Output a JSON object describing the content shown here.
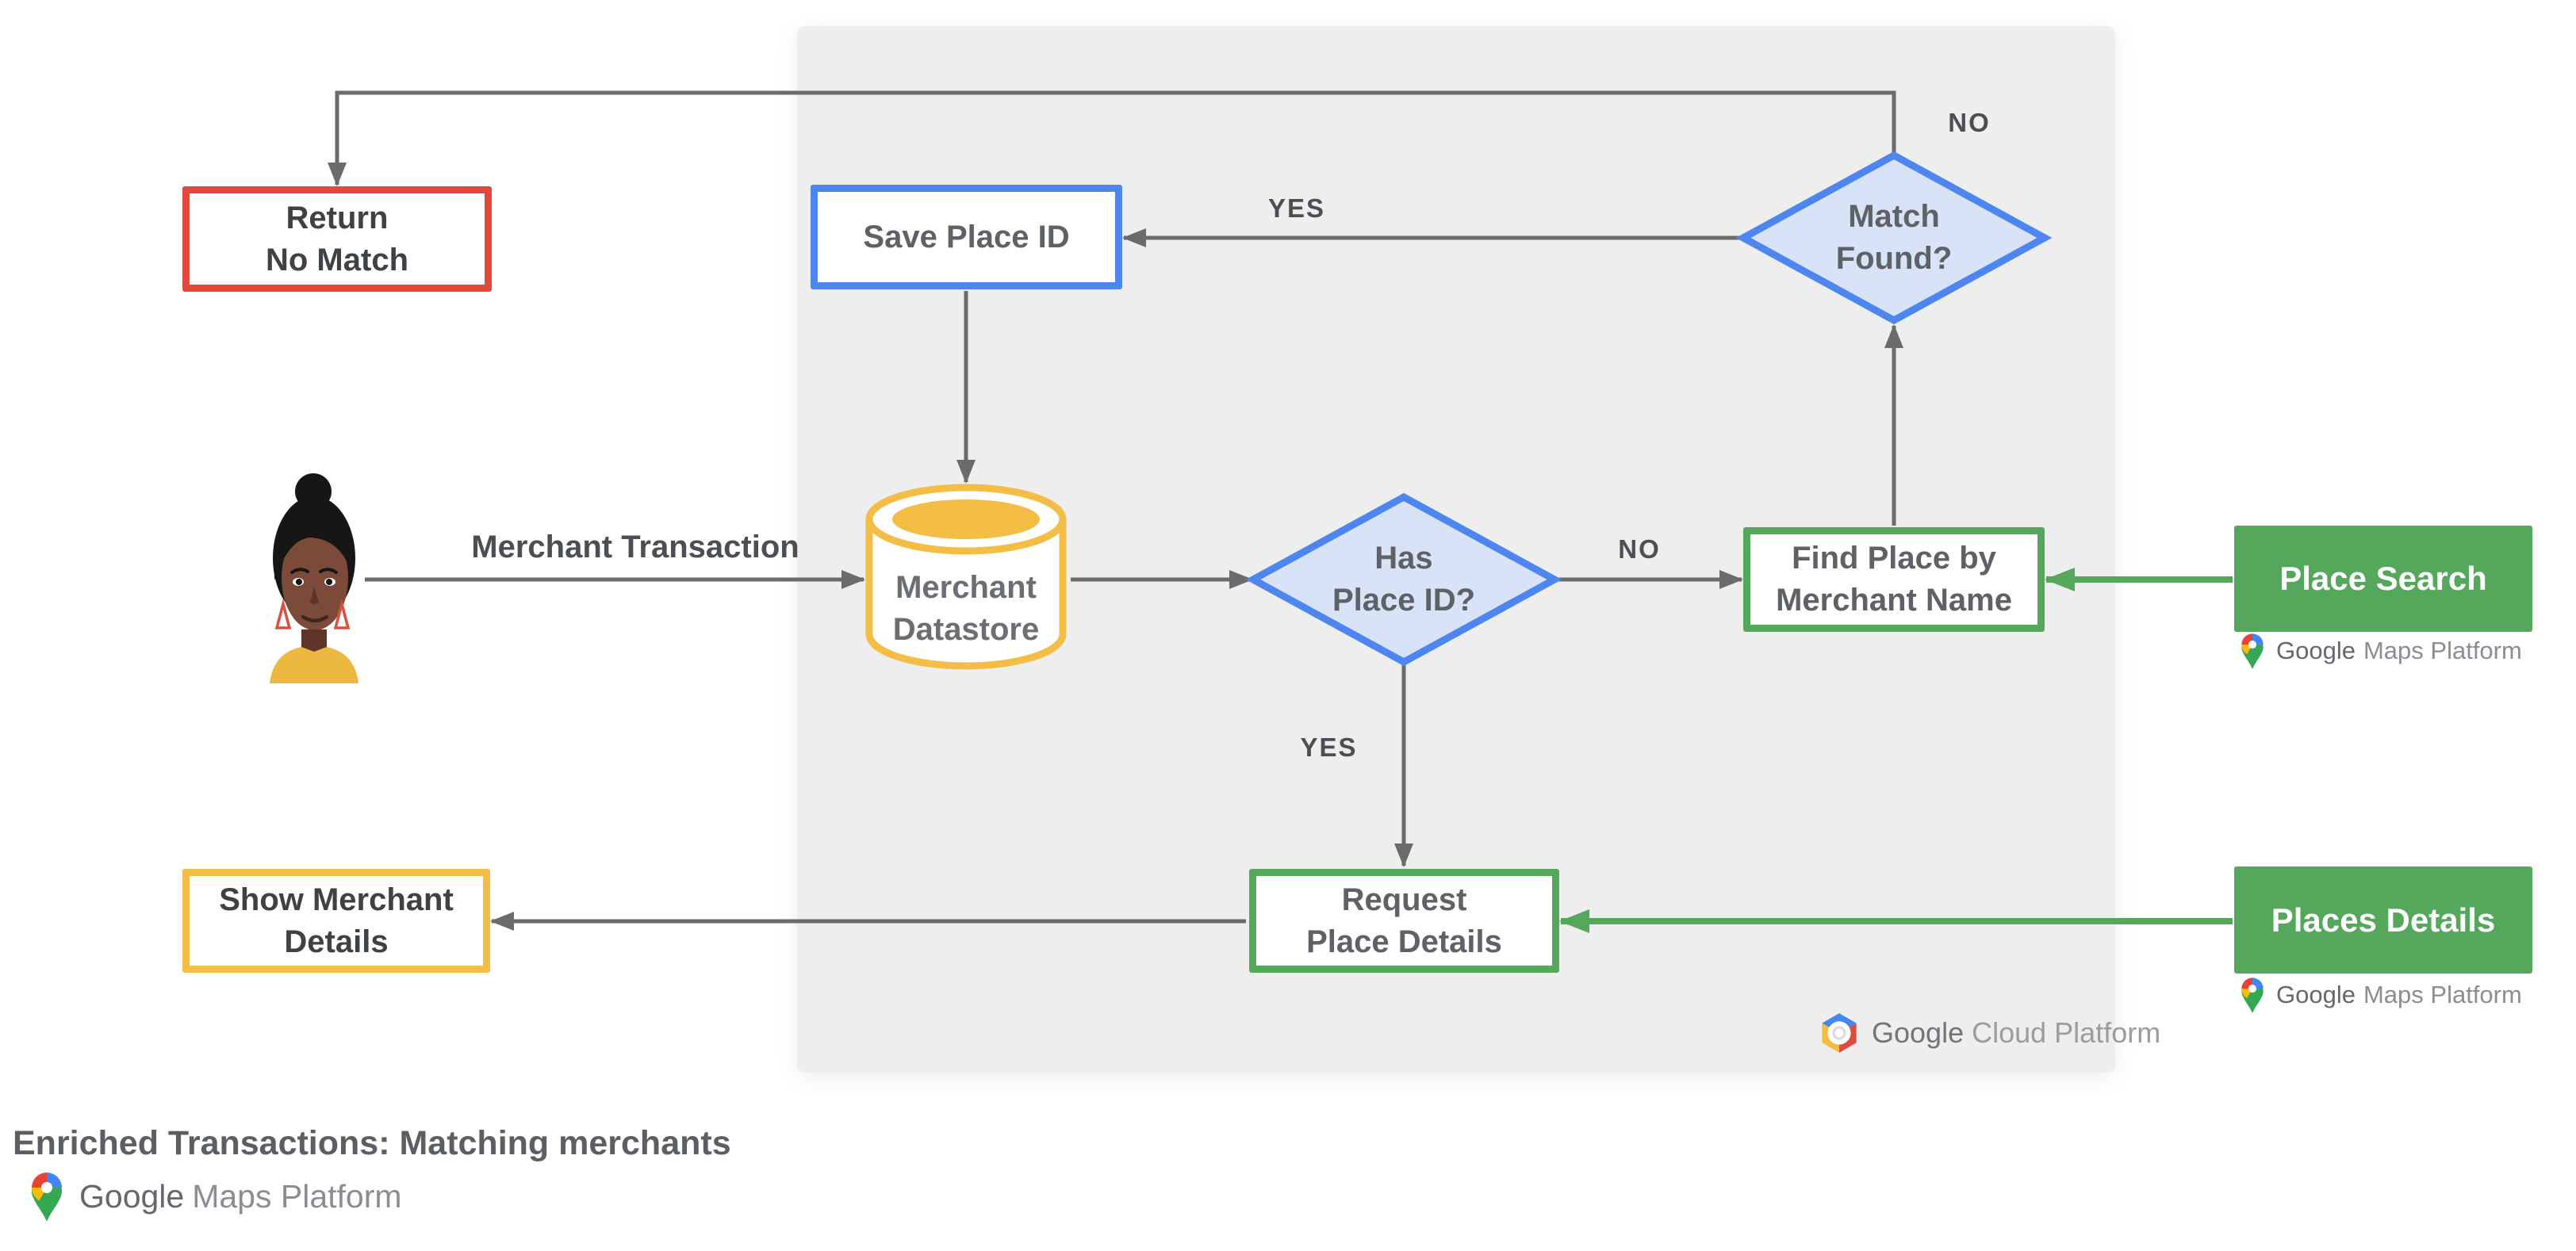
{
  "colors": {
    "red": "#E2493B",
    "blue": "#4D86F0",
    "blue_fill": "#D9E3F8",
    "green": "#55A75C",
    "yellow": "#F4BD45",
    "panel_bg": "#EEEEEF",
    "arrow": "#6B6B6B",
    "text_dark": "#3F4245",
    "text_med": "#5E6165",
    "pin_red": "#EA4335",
    "pin_blue": "#4285F4",
    "pin_yellow": "#FBBC04",
    "pin_green": "#34A853"
  },
  "title": "Enriched Transactions: Matching merchants",
  "actor": {
    "edge_label": "Merchant Transaction"
  },
  "nodes": {
    "return_no_match": {
      "line1": "Return",
      "line2": "No Match"
    },
    "save_place_id": {
      "line1": "Save Place ID"
    },
    "match_found": {
      "line1": "Match",
      "line2": "Found?"
    },
    "merchant_datastore": {
      "line1": "Merchant",
      "line2": "Datastore"
    },
    "has_place_id": {
      "line1": "Has",
      "line2": "Place ID?"
    },
    "find_place": {
      "line1": "Find Place by",
      "line2": "Merchant Name"
    },
    "place_search": {
      "label": "Place Search"
    },
    "request_place_details": {
      "line1": "Request",
      "line2": "Place Details"
    },
    "places_details": {
      "label": "Places Details"
    },
    "show_merchant_details": {
      "line1": "Show Merchant",
      "line2": "Details"
    }
  },
  "edge_labels": {
    "match_found_yes": "YES",
    "match_found_no": "NO",
    "has_place_id_no": "NO",
    "has_place_id_yes": "YES"
  },
  "logos": {
    "gcp": {
      "part1": "Google",
      "part2": "Cloud Platform"
    },
    "gmp": {
      "part1": "Google",
      "part2": "Maps Platform"
    }
  }
}
